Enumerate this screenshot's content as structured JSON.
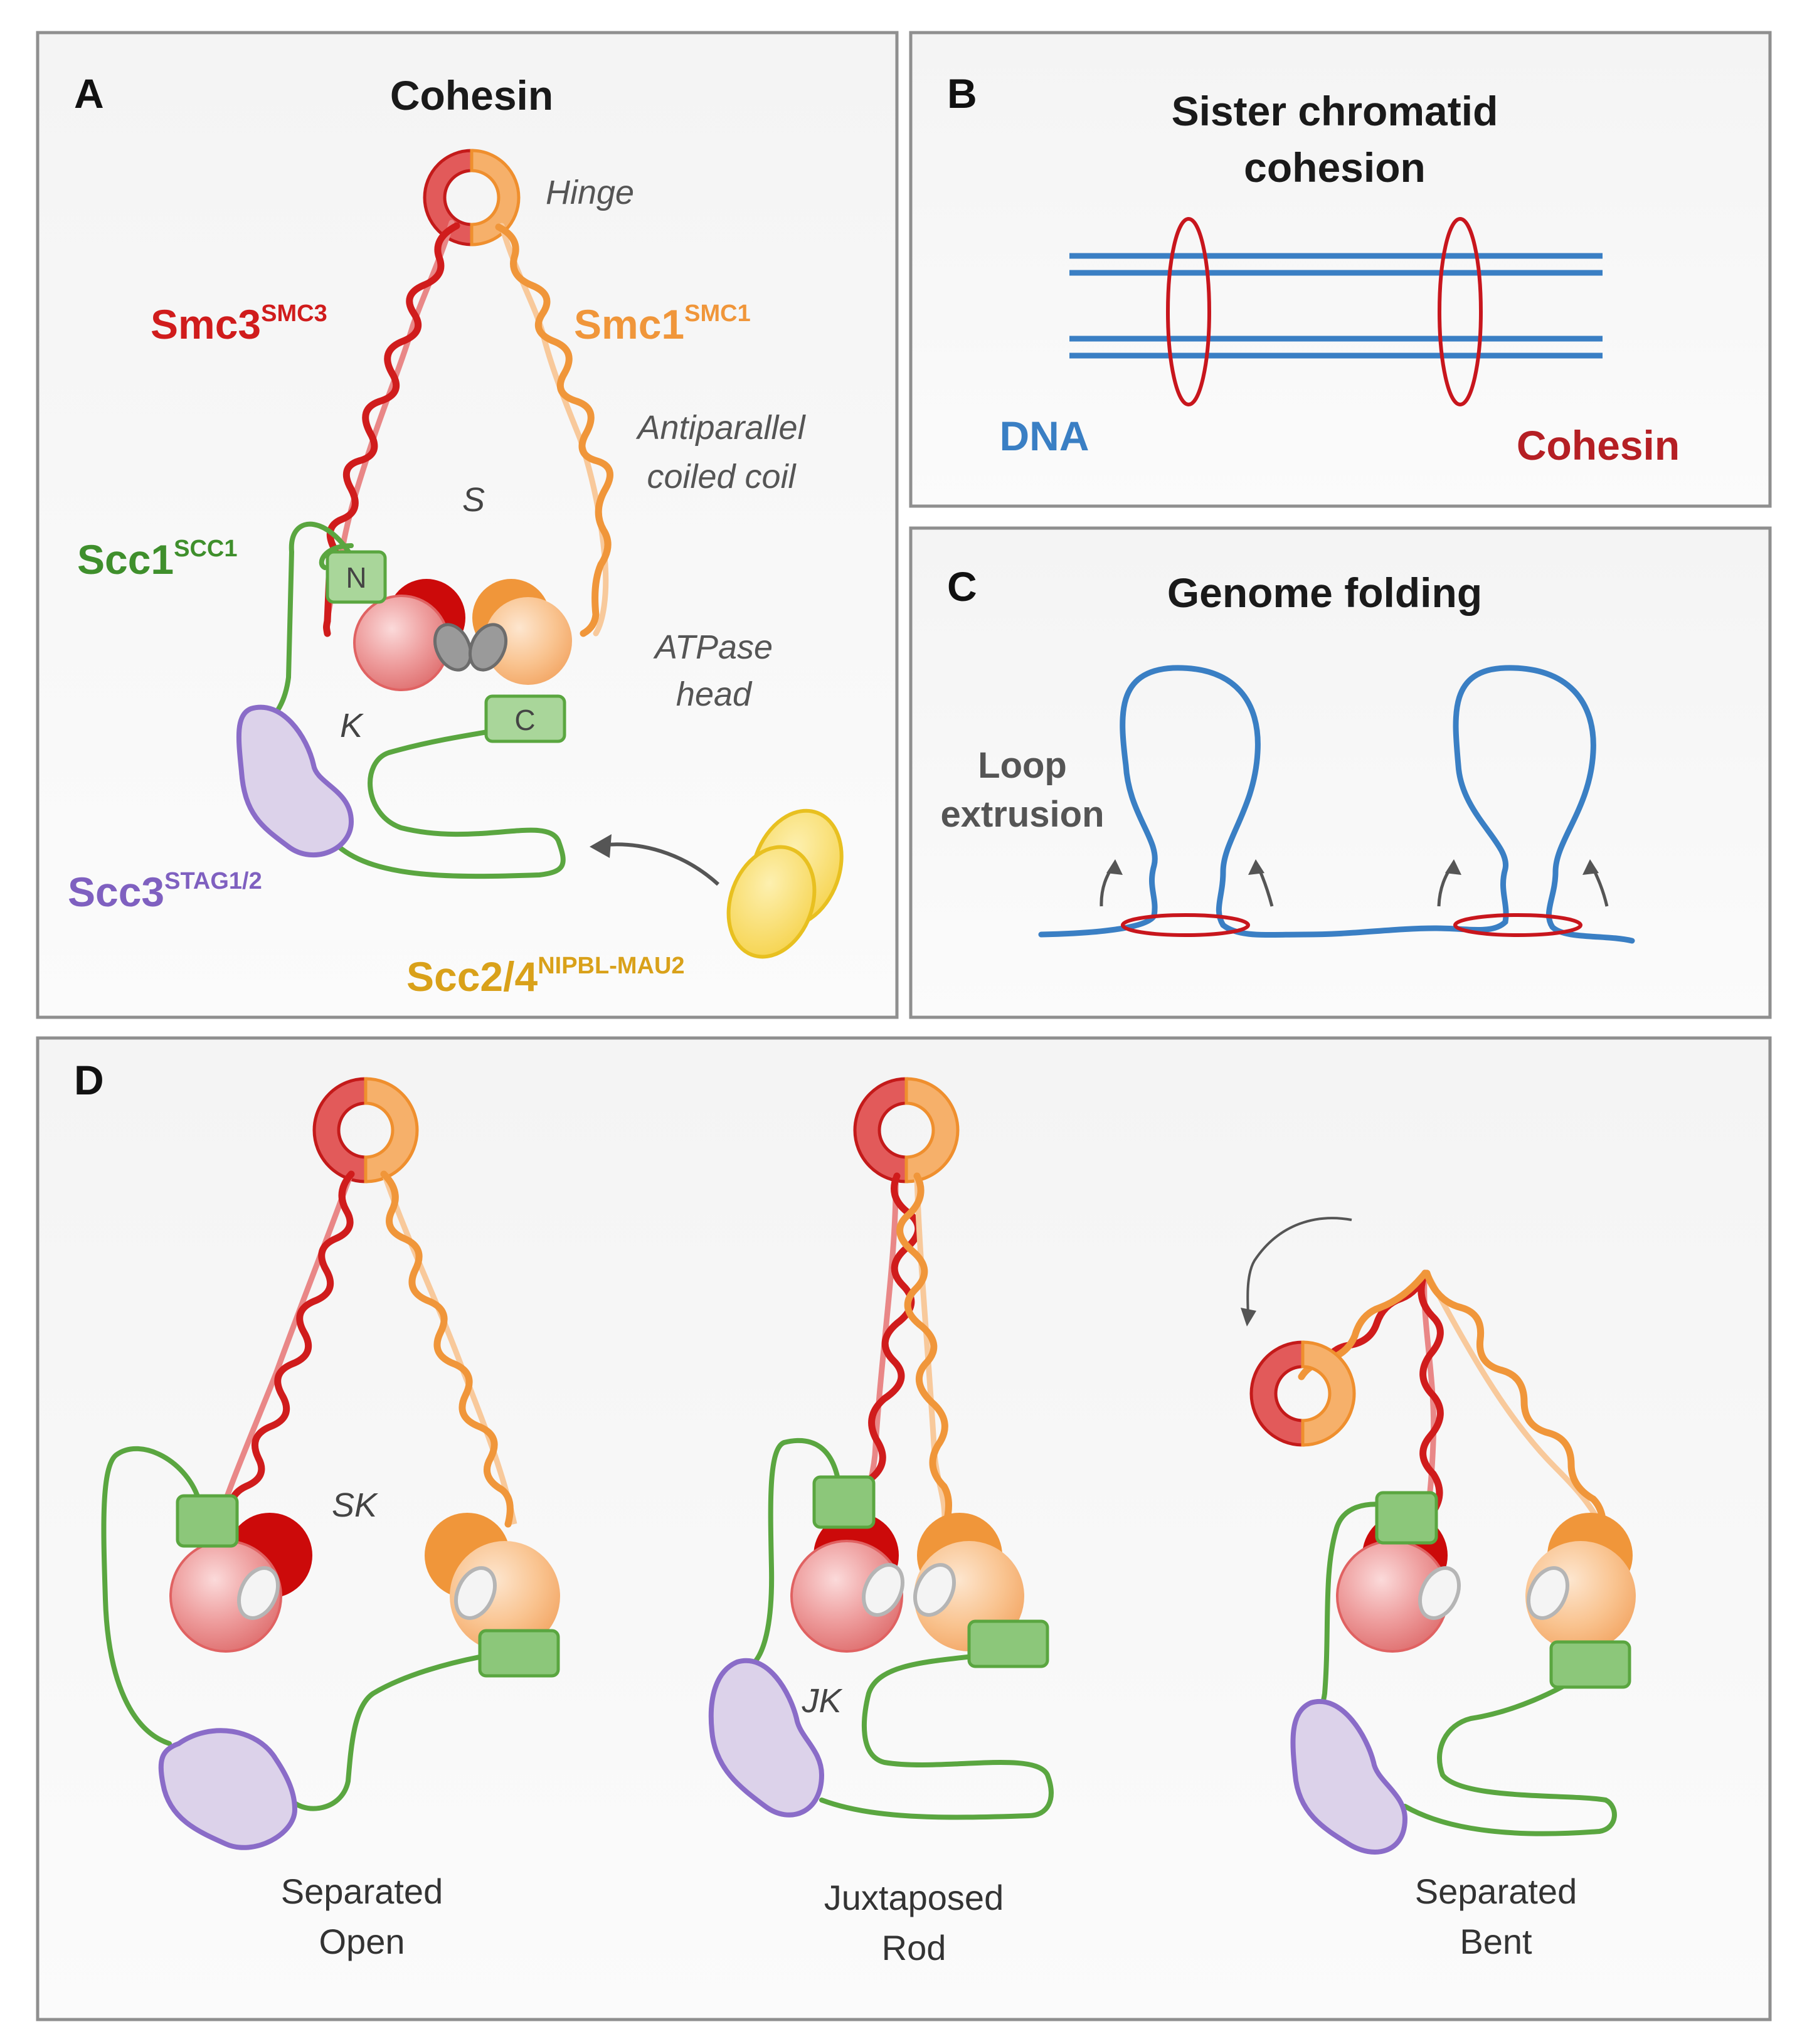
{
  "panels": {
    "a": {
      "letter": "A",
      "title": "Cohesin",
      "hinge": "Hinge",
      "smc3": {
        "name": "Smc3",
        "sup": "SMC3",
        "color": "#d01c1c"
      },
      "smc1": {
        "name": "Smc1",
        "sup": "SMC1",
        "color": "#f0963a"
      },
      "coil": [
        "Antiparallel",
        "coiled coil"
      ],
      "s_mark": "S",
      "k_mark": "K",
      "scc1": {
        "name": "Scc1",
        "sup": "SCC1",
        "color": "#3f8f2c"
      },
      "n_tag": "N",
      "c_tag": "C",
      "atpase": [
        "ATPase",
        "head"
      ],
      "scc3": {
        "name": "Scc3",
        "sup": "STAG1/2",
        "color": "#7f60c0"
      },
      "scc24": {
        "name": "Scc2/4",
        "sup": "NIPBL-MAU2",
        "color": "#d9a11a"
      }
    },
    "b": {
      "letter": "B",
      "title": [
        "Sister chromatid",
        "cohesion"
      ],
      "dna_label": "DNA",
      "cohesin_label": "Cohesin",
      "dna_color": "#3a7fc4",
      "cohesin_color": "#b51f24"
    },
    "c": {
      "letter": "C",
      "title": "Genome folding",
      "loop_label": [
        "Loop",
        "extrusion"
      ]
    },
    "d": {
      "letter": "D",
      "sk_mark": "SK",
      "jk_mark": "JK",
      "states": [
        [
          "Separated",
          "Open"
        ],
        [
          "Juxtaposed",
          "Rod"
        ],
        [
          "Separated",
          "Bent"
        ]
      ]
    }
  },
  "colors": {
    "smc3_dark": "#d01c1c",
    "smc3_light": "#e98787",
    "smc1_dark": "#f0963a",
    "smc1_light": "#f8c99b",
    "kleisin": "#5aa640",
    "kleisin_box": "#8cc77a",
    "scc3_fill": "#d8cde8",
    "scc3_stroke": "#8a6cc8",
    "scc2_fill": "#f9de73",
    "scc2_stroke": "#e8c020",
    "atp": "#999999",
    "dna": "#3a7fc4",
    "ring": "#c8161d"
  }
}
